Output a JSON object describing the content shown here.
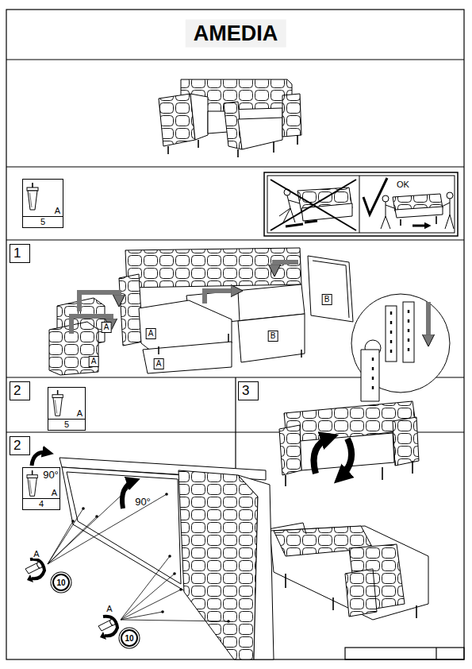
{
  "diagram": {
    "title": "AMEDIA",
    "nodes": [
      {
        "text": [
          "A",
          "5"
        ]
      },
      {
        "text": [
          "1"
        ]
      },
      {
        "text": [
          "2"
        ]
      },
      {
        "text": [
          "A",
          "5"
        ]
      },
      {
        "text": [
          "3"
        ]
      },
      {
        "text": [
          "2"
        ]
      },
      {
        "text": [
          "A",
          "4"
        ]
      },
      {
        "text": [
          "10"
        ]
      },
      {
        "text": [
          "10"
        ]
      }
    ],
    "labels": [
      "OK",
      "B",
      "A",
      "A",
      "A",
      "A",
      "B",
      "90°",
      "90°",
      "A",
      "A"
    ]
  }
}
